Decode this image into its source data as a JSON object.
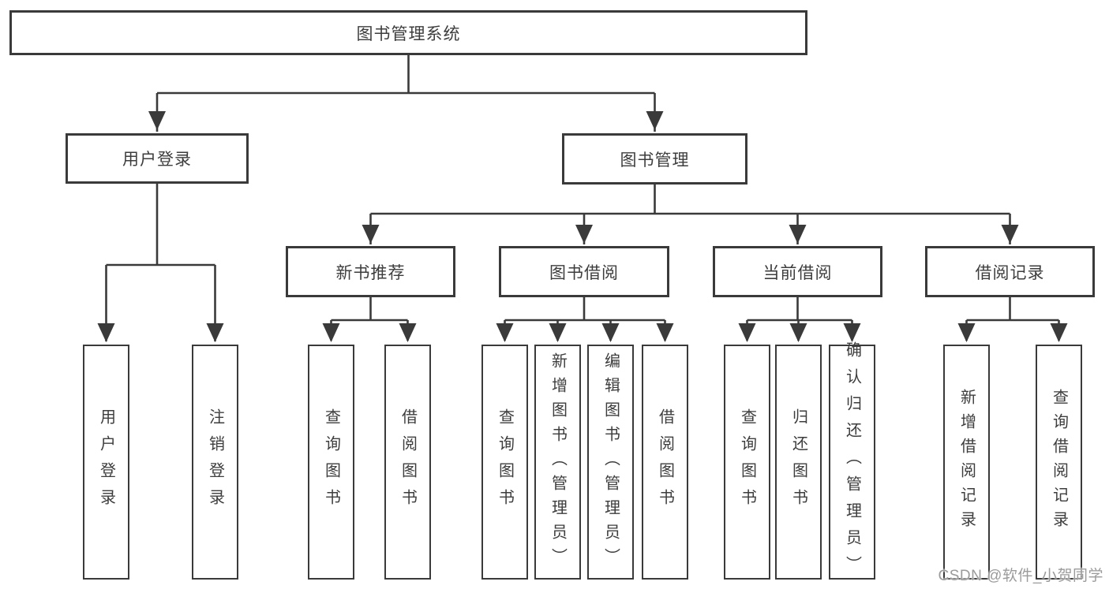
{
  "diagram": {
    "title": "图书管理系统",
    "root": {
      "label": "图书管理系统"
    },
    "level2": [
      {
        "label": "用户登录"
      },
      {
        "label": "图书管理"
      }
    ],
    "level3": [
      {
        "label": "新书推荐"
      },
      {
        "label": "图书借阅"
      },
      {
        "label": "当前借阅"
      },
      {
        "label": "借阅记录"
      }
    ],
    "leaves": [
      {
        "label": "用户登录",
        "parent": "用户登录"
      },
      {
        "label": "注销登录",
        "parent": "用户登录"
      },
      {
        "label": "查询图书",
        "parent": "新书推荐"
      },
      {
        "label": "借阅图书",
        "parent": "新书推荐"
      },
      {
        "label": "查询图书",
        "parent": "图书借阅"
      },
      {
        "label": "新增图书（管理员）",
        "parent": "图书借阅"
      },
      {
        "label": "编辑图书（管理员）",
        "parent": "图书借阅"
      },
      {
        "label": "借阅图书",
        "parent": "图书借阅"
      },
      {
        "label": "查询图书",
        "parent": "当前借阅"
      },
      {
        "label": "归还图书",
        "parent": "当前借阅"
      },
      {
        "label": "确认归还（管理员）",
        "parent": "当前借阅"
      },
      {
        "label": "新增借阅记录",
        "parent": "借阅记录"
      },
      {
        "label": "查询借阅记录",
        "parent": "借阅记录"
      }
    ]
  },
  "watermark": {
    "text": "CSDN @软件_小贺同学"
  },
  "colors": {
    "line": "#3a3a3a",
    "text": "#3d3d3d",
    "watermark": "#9b9b9b",
    "background": "#ffffff"
  }
}
